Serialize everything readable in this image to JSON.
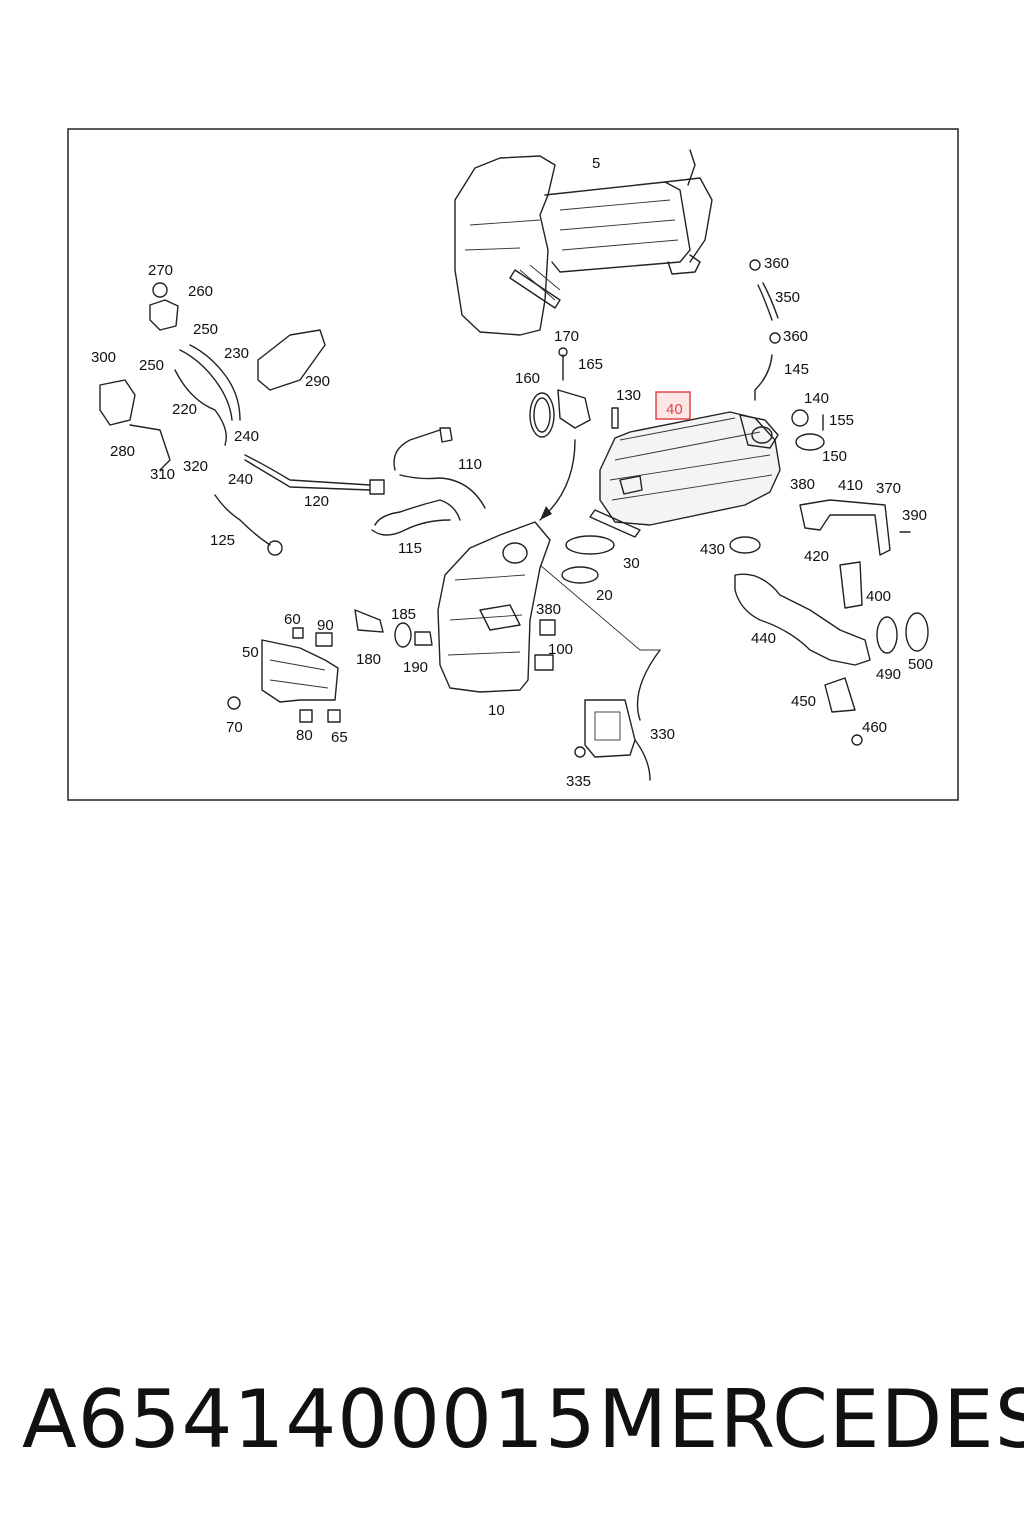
{
  "diagram": {
    "highlighted_part": "40",
    "highlight_color": "#e0454b",
    "callouts": {
      "p5": "5",
      "p10": "10",
      "p20": "20",
      "p30": "30",
      "p40": "40",
      "p50": "50",
      "p60": "60",
      "p65": "65",
      "p70": "70",
      "p80": "80",
      "p90": "90",
      "p100": "100",
      "p110": "110",
      "p115": "115",
      "p120": "120",
      "p125": "125",
      "p130": "130",
      "p140": "140",
      "p145": "145",
      "p150": "150",
      "p155": "155",
      "p160": "160",
      "p165": "165",
      "p170": "170",
      "p180": "180",
      "p185": "185",
      "p190": "190",
      "p220": "220",
      "p230": "230",
      "p240a": "240",
      "p240b": "240",
      "p250a": "250",
      "p250b": "250",
      "p260": "260",
      "p270": "270",
      "p280": "280",
      "p290": "290",
      "p300": "300",
      "p310": "310",
      "p320": "320",
      "p330": "330",
      "p335": "335",
      "p350": "350",
      "p360a": "360",
      "p360b": "360",
      "p370": "370",
      "p380a": "380",
      "p380b": "380",
      "p390": "390",
      "p400": "400",
      "p410": "410",
      "p420": "420",
      "p430": "430",
      "p440": "440",
      "p450": "450",
      "p460": "460",
      "p490": "490",
      "p500": "500"
    }
  },
  "footer": {
    "part_number": "A6541400015",
    "brand": "MERCEDES"
  }
}
